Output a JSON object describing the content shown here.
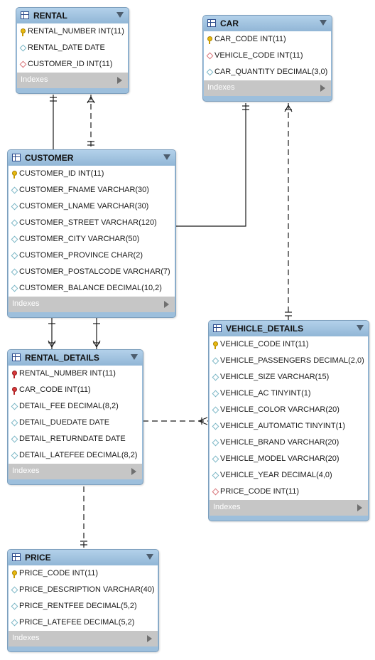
{
  "indexes_label": "Indexes",
  "tables": {
    "rental": {
      "name": "RENTAL",
      "columns": [
        {
          "text": "RENTAL_NUMBER INT(11)",
          "icon": "pk"
        },
        {
          "text": "RENTAL_DATE DATE",
          "icon": "diamond"
        },
        {
          "text": "CUSTOMER_ID INT(11)",
          "icon": "fk"
        }
      ]
    },
    "car": {
      "name": "CAR",
      "columns": [
        {
          "text": "CAR_CODE INT(11)",
          "icon": "pk"
        },
        {
          "text": "VEHICLE_CODE INT(11)",
          "icon": "fk"
        },
        {
          "text": "CAR_QUANTITY DECIMAL(3,0)",
          "icon": "diamond"
        }
      ]
    },
    "customer": {
      "name": "CUSTOMER",
      "columns": [
        {
          "text": "CUSTOMER_ID INT(11)",
          "icon": "pk"
        },
        {
          "text": "CUSTOMER_FNAME VARCHAR(30)",
          "icon": "diamond"
        },
        {
          "text": "CUSTOMER_LNAME VARCHAR(30)",
          "icon": "diamond"
        },
        {
          "text": "CUSTOMER_STREET VARCHAR(120)",
          "icon": "diamond"
        },
        {
          "text": "CUSTOMER_CITY VARCHAR(50)",
          "icon": "diamond"
        },
        {
          "text": "CUSTOMER_PROVINCE CHAR(2)",
          "icon": "diamond"
        },
        {
          "text": "CUSTOMER_POSTALCODE VARCHAR(7)",
          "icon": "diamond"
        },
        {
          "text": "CUSTOMER_BALANCE DECIMAL(10,2)",
          "icon": "diamond"
        }
      ]
    },
    "rental_details": {
      "name": "RENTAL_DETAILS",
      "columns": [
        {
          "text": "RENTAL_NUMBER INT(11)",
          "icon": "pkfk"
        },
        {
          "text": "CAR_CODE INT(11)",
          "icon": "pkfk"
        },
        {
          "text": "DETAIL_FEE DECIMAL(8,2)",
          "icon": "diamond"
        },
        {
          "text": "DETAIL_DUEDATE DATE",
          "icon": "diamond"
        },
        {
          "text": "DETAIL_RETURNDATE DATE",
          "icon": "diamond"
        },
        {
          "text": "DETAIL_LATEFEE DECIMAL(8,2)",
          "icon": "diamond"
        }
      ]
    },
    "vehicle_details": {
      "name": "VEHICLE_DETAILS",
      "columns": [
        {
          "text": "VEHICLE_CODE INT(11)",
          "icon": "pk"
        },
        {
          "text": "VEHICLE_PASSENGERS DECIMAL(2,0)",
          "icon": "diamond"
        },
        {
          "text": "VEHICLE_SIZE VARCHAR(15)",
          "icon": "diamond"
        },
        {
          "text": "VEHICLE_AC TINYINT(1)",
          "icon": "diamond"
        },
        {
          "text": "VEHICLE_COLOR VARCHAR(20)",
          "icon": "diamond"
        },
        {
          "text": "VEHICLE_AUTOMATIC TINYINT(1)",
          "icon": "diamond"
        },
        {
          "text": "VEHICLE_BRAND VARCHAR(20)",
          "icon": "diamond"
        },
        {
          "text": "VEHICLE_MODEL VARCHAR(20)",
          "icon": "diamond"
        },
        {
          "text": "VEHICLE_YEAR DECIMAL(4,0)",
          "icon": "diamond"
        },
        {
          "text": "PRICE_CODE INT(11)",
          "icon": "fk"
        }
      ]
    },
    "price": {
      "name": "PRICE",
      "columns": [
        {
          "text": "PRICE_CODE INT(11)",
          "icon": "pk"
        },
        {
          "text": "PRICE_DESCRIPTION VARCHAR(40)",
          "icon": "diamond"
        },
        {
          "text": "PRICE_RENTFEE DECIMAL(5,2)",
          "icon": "diamond"
        },
        {
          "text": "PRICE_LATEFEE DECIMAL(5,2)",
          "icon": "diamond"
        }
      ]
    }
  }
}
